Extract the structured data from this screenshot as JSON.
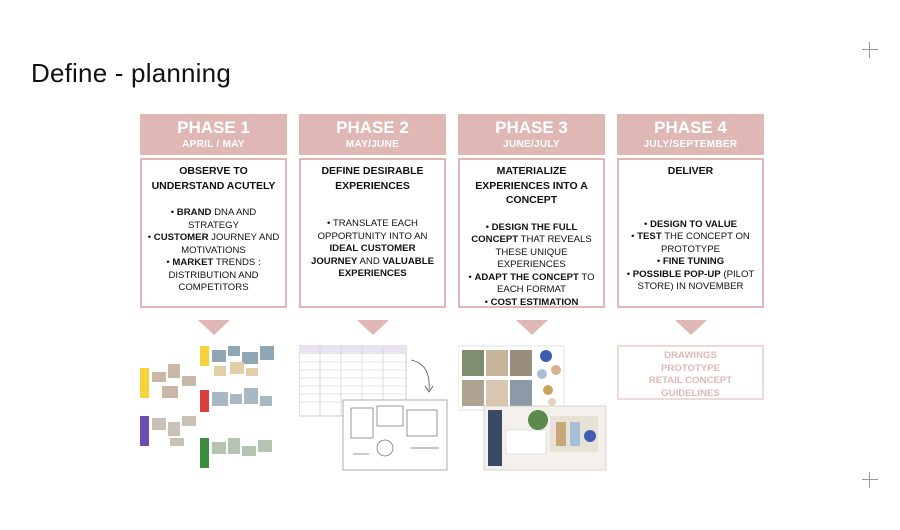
{
  "title": "Define - planning",
  "colors": {
    "accent": "#dfb8b5",
    "text": "#111111"
  },
  "phases": [
    {
      "name": "PHASE 1",
      "dates": "APRIL / MAY",
      "subtitle": "OBSERVE TO UNDERSTAND ACUTELY",
      "bullets": [
        [
          {
            "t": "• "
          },
          {
            "t": "BRAND",
            "b": true
          },
          {
            "t": " DNA AND STRATEGY"
          }
        ],
        [
          {
            "t": "• "
          },
          {
            "t": "CUSTOMER",
            "b": true
          },
          {
            "t": " JOURNEY AND MOTIVATIONS"
          }
        ],
        [
          {
            "t": "• "
          },
          {
            "t": "MARKET",
            "b": true
          },
          {
            "t": " TRENDS : DISTRIBUTION AND COMPETITORS"
          }
        ]
      ]
    },
    {
      "name": "PHASE 2",
      "dates": "MAY/JUNE",
      "subtitle": "DEFINE DESIRABLE EXPERIENCES",
      "bullets": [
        [
          {
            "t": "• TRANSLATE EACH OPPORTUNITY INTO AN "
          },
          {
            "t": "IDEAL CUSTOMER JOURNEY",
            "b": true
          },
          {
            "t": " AND "
          },
          {
            "t": "VALUABLE EXPERIENCES",
            "b": true
          }
        ]
      ]
    },
    {
      "name": "PHASE 3",
      "dates": "JUNE/JULY",
      "subtitle": "MATERIALIZE EXPERIENCES INTO A CONCEPT",
      "bullets": [
        [
          {
            "t": "• "
          },
          {
            "t": "DESIGN THE FULL CONCEPT",
            "b": true
          },
          {
            "t": " THAT REVEALS THESE UNIQUE EXPERIENCES"
          }
        ],
        [
          {
            "t": "• "
          },
          {
            "t": "ADAPT THE CONCEPT",
            "b": true
          },
          {
            "t": " TO EACH FORMAT"
          }
        ],
        [
          {
            "t": "• "
          },
          {
            "t": "COST ESTIMATION",
            "b": true
          }
        ]
      ]
    },
    {
      "name": "PHASE 4",
      "dates": "JULY/SEPTEMBER",
      "subtitle": "DELIVER",
      "bullets": [
        [
          {
            "t": "• "
          },
          {
            "t": "DESIGN TO VALUE",
            "b": true
          }
        ],
        [
          {
            "t": "• "
          },
          {
            "t": "TEST",
            "b": true
          },
          {
            "t": " THE CONCEPT ON PROTOTYPE"
          }
        ],
        [
          {
            "t": "• "
          },
          {
            "t": "FINE TUNING",
            "b": true
          }
        ],
        [
          {
            "t": "• "
          },
          {
            "t": "POSSIBLE POP-UP",
            "b": true
          },
          {
            "t": " (PILOT STORE) IN NOVEMBER"
          }
        ]
      ]
    }
  ],
  "deliverables": [
    "DRAWINGS",
    "PROTOTYPE",
    "RETAIL CONCEPT",
    "GUIDELINES"
  ]
}
